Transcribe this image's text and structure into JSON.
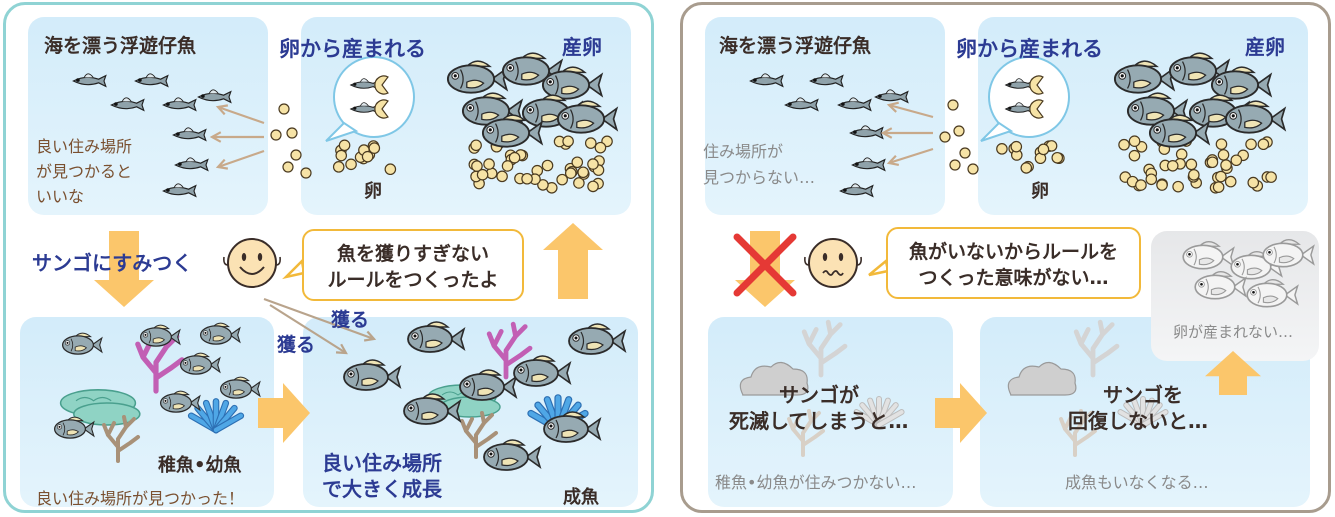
{
  "left": {
    "larvae_title": "海を漂う浮遊仔魚",
    "hatch_title": "卵から産まれる",
    "spawn_title": "産卵",
    "larvae_note": [
      "良い住み場所",
      "が見つかると",
      "いいな"
    ],
    "egg_label": "卵",
    "settle_label": "サンゴにすみつく",
    "speech": [
      "魚を獲りすぎない",
      "ルールをつくったよ"
    ],
    "catch_label": "獲る",
    "juvenile_label": "稚魚•幼魚",
    "juvenile_note": "良い住み場所が見つかった！",
    "growth_label": [
      "良い住み場所",
      "で大きく成長"
    ],
    "adult_label": "成魚"
  },
  "right": {
    "larvae_title": "海を漂う浮遊仔魚",
    "hatch_title": "卵から産まれる",
    "spawn_title": "産卵",
    "larvae_note": [
      "住み場所が",
      "見つからない…"
    ],
    "egg_label": "卵",
    "speech": [
      "魚がいないからルールを",
      "つくった意味がない…"
    ],
    "coral_dead": [
      "サンゴが",
      "死滅してしまうと…"
    ],
    "coral_recover": [
      "サンゴを",
      "回復しないと…"
    ],
    "juvenile_note": "稚魚•幼魚が住みつかない…",
    "adult_note": "成魚もいなくなる…",
    "no_eggs": "卵が産まれない…"
  },
  "colors": {
    "left_frame": "#8fd3d4",
    "right_frame": "#a89c8e",
    "box_fill": "#d3ecfa",
    "arrow": "#fbc66b",
    "title_blue": "#2c3b93",
    "cross": "#e53935"
  }
}
